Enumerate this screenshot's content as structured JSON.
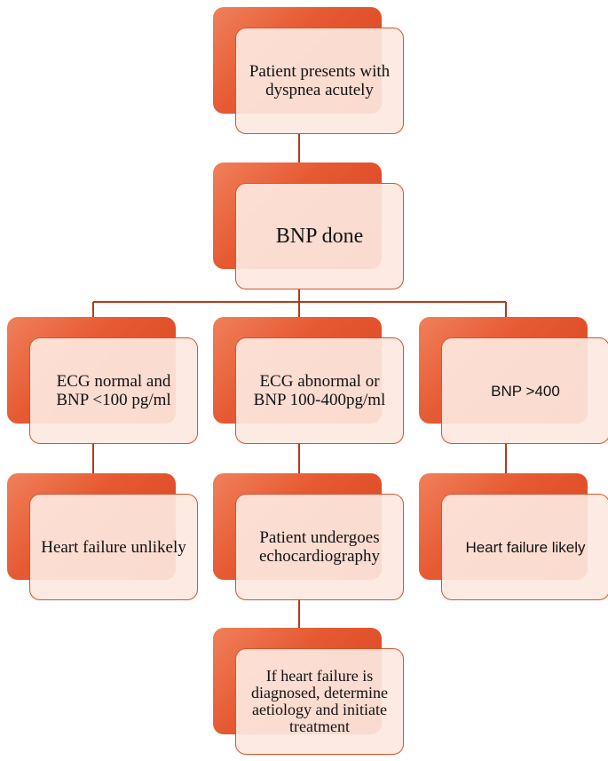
{
  "nodes": {
    "presents": "Patient presents with dyspnea acutely",
    "bnp_done": "BNP done",
    "ecg_normal": "ECG normal and BNP <100 pg/ml",
    "ecg_abnormal": "ECG abnormal or BNP 100-400pg/ml",
    "bnp_high": "BNP >400",
    "hf_unlikely": "Heart failure unlikely",
    "echo": "Patient undergoes echocardiography",
    "hf_likely": "Heart failure likely",
    "diagnosed": "If heart failure is diagnosed, determine aetiology and initiate treatment"
  },
  "colors": {
    "box_back": "#e65a33",
    "box_front": "#fde8e0",
    "box_border": "#d9532c",
    "connector": "#b33a1a"
  }
}
